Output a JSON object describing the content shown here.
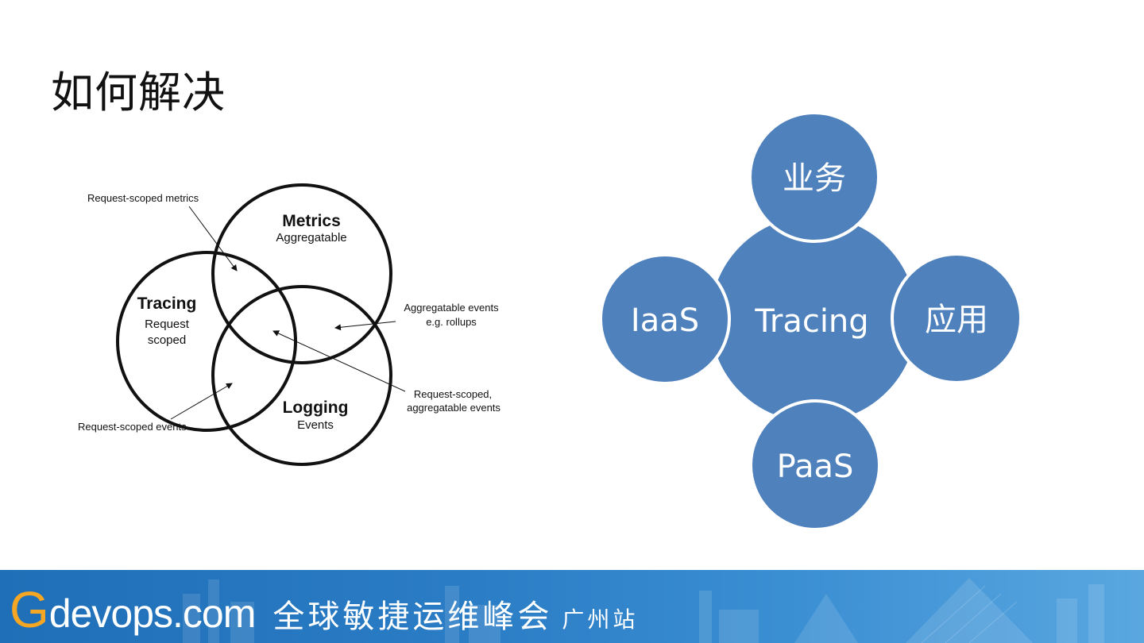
{
  "slide": {
    "title": "如何解决"
  },
  "venn": {
    "circles": [
      {
        "title": "Metrics",
        "subtitle": "Aggregatable"
      },
      {
        "title": "Tracing",
        "subtitle_line1": "Request",
        "subtitle_line2": "scoped"
      },
      {
        "title": "Logging",
        "subtitle": "Events"
      }
    ],
    "annotations": {
      "request_scoped_metrics": "Request-scoped metrics",
      "aggregatable_events_line1": "Aggregatable events",
      "aggregatable_events_line2": "e.g. rollups",
      "request_scoped_aggregatable_line1": "Request-scoped,",
      "request_scoped_aggregatable_line2": "aggregatable events",
      "request_scoped_events": "Request-scoped events"
    }
  },
  "radial": {
    "center": "Tracing",
    "top": "业务",
    "right": "应用",
    "bottom": "PaaS",
    "left": "IaaS",
    "fill_color": "#4f81bd",
    "stroke_color": "#ffffff"
  },
  "footer": {
    "brand_g": "G",
    "brand_rest": "devops.com",
    "brand_cn": "全球敏捷运维峰会",
    "brand_city": "广州站",
    "brand_g_color": "#f5a623"
  }
}
